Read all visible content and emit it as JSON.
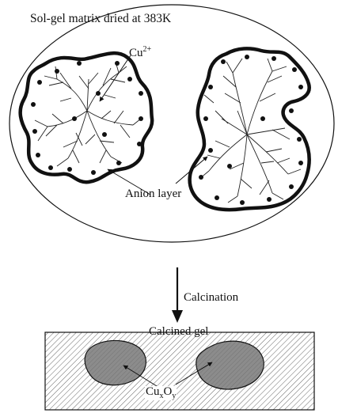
{
  "labels": {
    "matrix": "Sol-gel matrix dried at 383K",
    "cu_base": "Cu",
    "cu_sup": "2+",
    "anion_layer": "Anion layer",
    "calcination": "Calcination",
    "calcined_gel": "Calcined gel",
    "oxide_base": "Cu",
    "oxide_sub_x": "x",
    "oxide_mid": "O",
    "oxide_sub_y": "y"
  },
  "colors": {
    "stroke": "#111111",
    "particle_fill": "#8c8c8c",
    "hatch": "#444444",
    "background": "#ffffff"
  }
}
